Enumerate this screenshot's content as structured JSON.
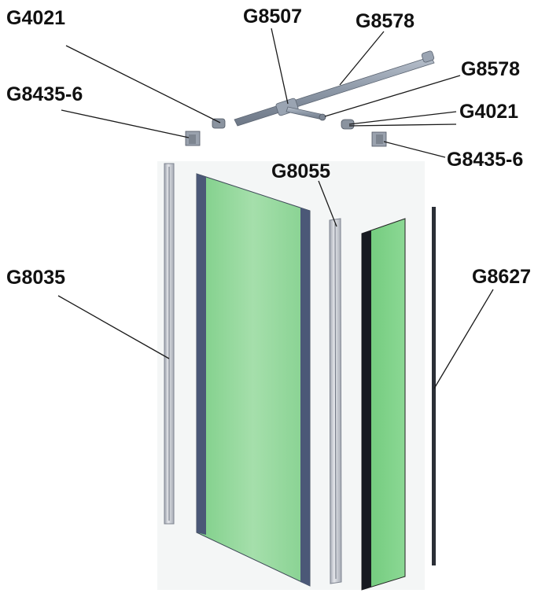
{
  "diagram": {
    "colors": {
      "glass": "#7fd08a",
      "glass_light": "#a8e3ae",
      "frame_dark": "#2a2d3a",
      "profile": "#c9ccd4",
      "background": "#ffffff"
    },
    "labels": {
      "g4021_left": "G4021",
      "g8507": "G8507",
      "g8578_top": "G8578",
      "g8578_right": "G8578",
      "g8435_left": "G8435-6",
      "g4021_right": "G4021",
      "g8435_right": "G8435-6",
      "g8055": "G8055",
      "g8035": "G8035",
      "g8627": "G8627"
    }
  }
}
